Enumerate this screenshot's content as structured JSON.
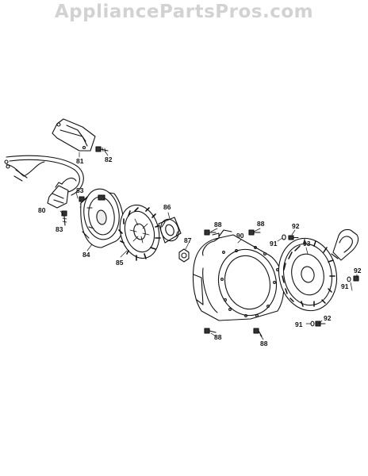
{
  "watermark": "AppliancePartsPros.com",
  "callouts": [
    {
      "id": "81",
      "text": "81"
    },
    {
      "id": "82",
      "text": "82"
    },
    {
      "id": "83a",
      "text": "83"
    },
    {
      "id": "83b",
      "text": "83"
    },
    {
      "id": "80",
      "text": "80"
    },
    {
      "id": "84",
      "text": "84"
    },
    {
      "id": "85",
      "text": "85"
    },
    {
      "id": "86",
      "text": "86"
    },
    {
      "id": "87",
      "text": "87"
    },
    {
      "id": "88a",
      "text": "88"
    },
    {
      "id": "88b",
      "text": "88"
    },
    {
      "id": "88c",
      "text": "88"
    },
    {
      "id": "88d",
      "text": "88"
    },
    {
      "id": "90",
      "text": "90"
    },
    {
      "id": "91a",
      "text": "91"
    },
    {
      "id": "91b",
      "text": "91"
    },
    {
      "id": "91c",
      "text": "91"
    },
    {
      "id": "92a",
      "text": "92"
    },
    {
      "id": "92b",
      "text": "92"
    },
    {
      "id": "92c",
      "text": "92"
    },
    {
      "id": "93",
      "text": "93"
    }
  ]
}
